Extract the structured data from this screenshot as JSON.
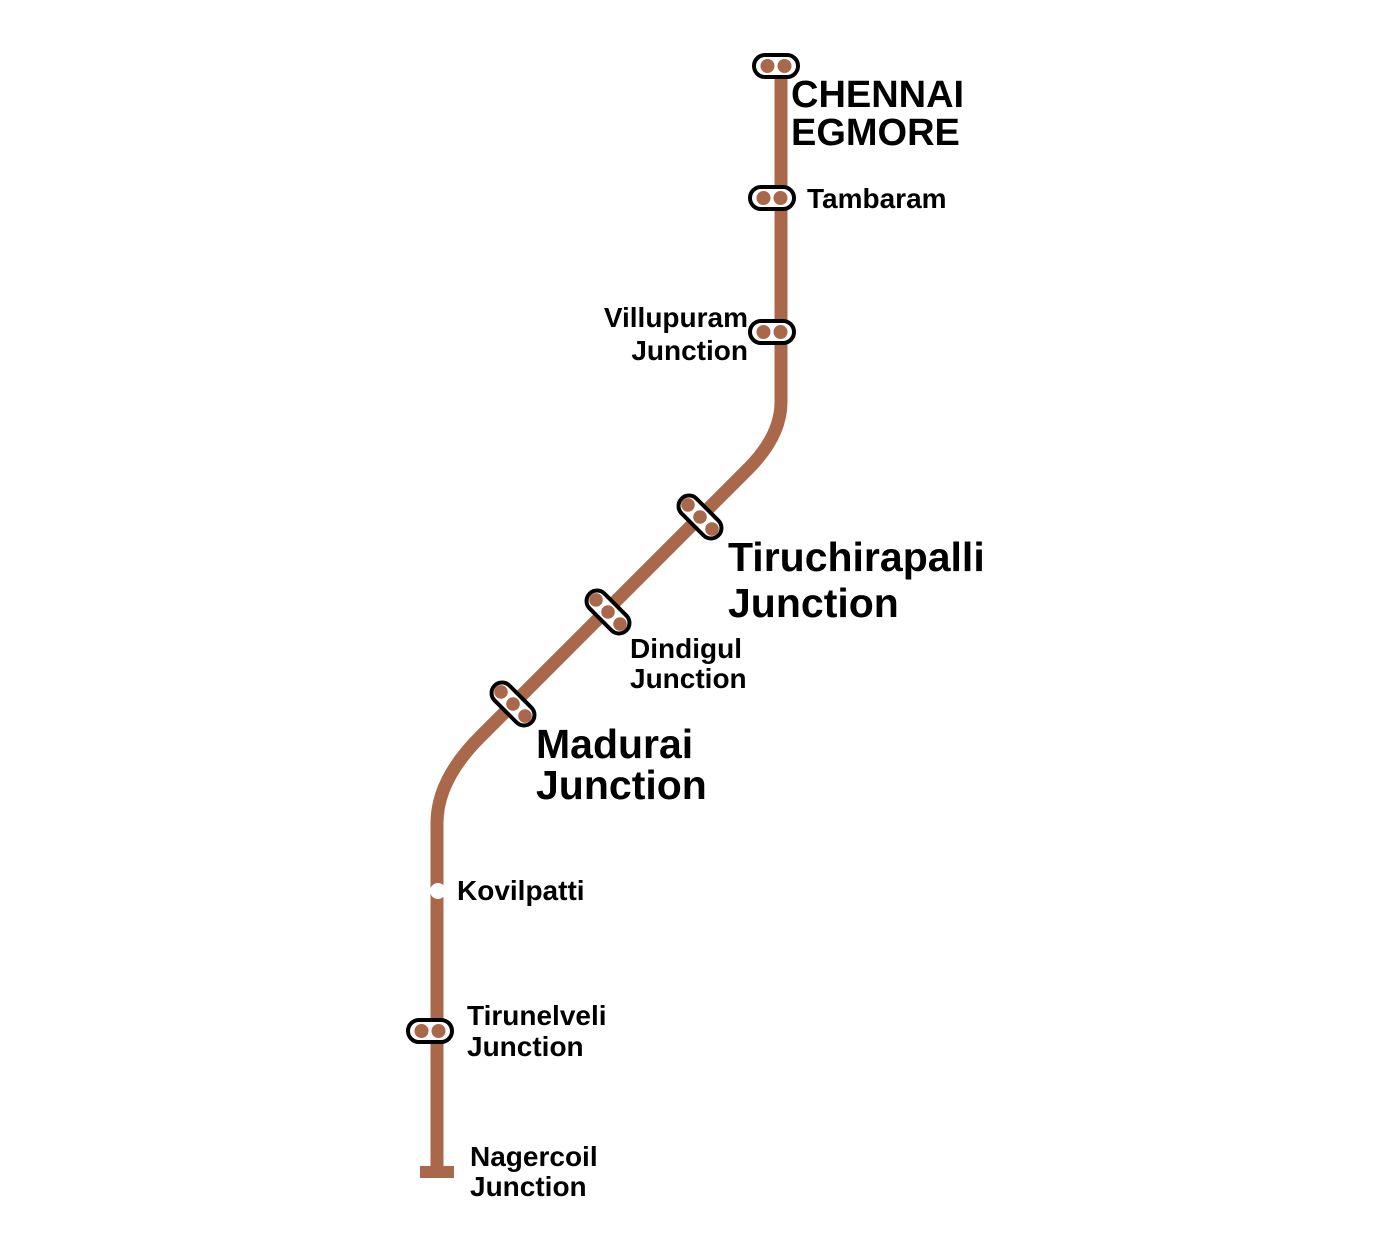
{
  "title": "Chennai Egmore - Nagercoil Junction railway route diagram",
  "colors": {
    "line": "#A9684A",
    "marker_fill": "#FFFFFF",
    "marker_border": "#000000",
    "halt_dot": "#FFFFFF",
    "label_text": "#000000",
    "background": "#FFFFFF"
  },
  "line": {
    "style": "solid",
    "orientation": "top-to-bottom",
    "start_terminus": "CHENNAI EGMORE",
    "end_terminus": "Nagercoil Junction"
  },
  "stations": [
    {
      "id": "chennai-egmore",
      "label_lines": [
        "CHENNAI",
        "EGMORE"
      ],
      "marker": "interchange-pill-2dot",
      "role": "terminus"
    },
    {
      "id": "tambaram",
      "label_lines": [
        "Tambaram"
      ],
      "marker": "interchange-pill-2dot",
      "role": "station"
    },
    {
      "id": "villupuram-junction",
      "label_lines": [
        "Villupuram",
        "Junction"
      ],
      "marker": "interchange-pill-2dot",
      "role": "junction"
    },
    {
      "id": "tiruchirapalli-junction",
      "label_lines": [
        "Tiruchirapalli",
        "Junction"
      ],
      "marker": "interchange-pill-3dot",
      "role": "junction"
    },
    {
      "id": "dindigul-junction",
      "label_lines": [
        "Dindigul",
        "Junction"
      ],
      "marker": "interchange-pill-3dot",
      "role": "junction"
    },
    {
      "id": "madurai-junction",
      "label_lines": [
        "Madurai",
        "Junction"
      ],
      "marker": "interchange-pill-3dot",
      "role": "junction"
    },
    {
      "id": "kovilpatti",
      "label_lines": [
        "Kovilpatti"
      ],
      "marker": "small-halt-dot",
      "role": "halt"
    },
    {
      "id": "tirunelveli-junction",
      "label_lines": [
        "Tirunelveli",
        "Junction"
      ],
      "marker": "interchange-pill-2dot",
      "role": "junction"
    },
    {
      "id": "nagercoil-junction",
      "label_lines": [
        "Nagercoil",
        "Junction"
      ],
      "marker": "terminus-bar",
      "role": "terminus"
    }
  ]
}
